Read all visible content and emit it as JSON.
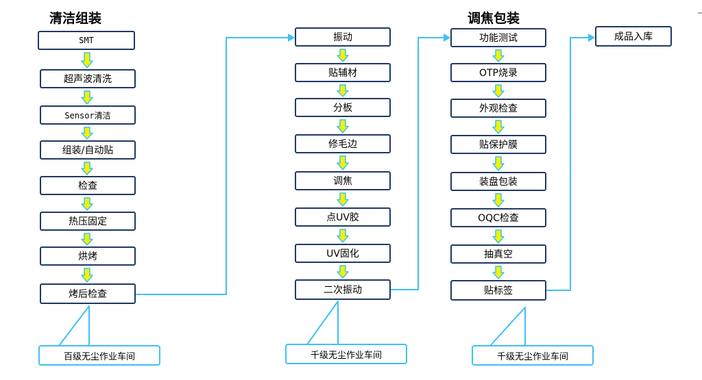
{
  "headings": {
    "left": "清洁组装",
    "right": "调焦包装"
  },
  "columns": {
    "col1": [
      "SMT",
      "超声波清洗",
      "Sensor清洁",
      "组装/自动贴",
      "检查",
      "热压固定",
      "烘烤",
      "烤后检查"
    ],
    "col2": [
      "振动",
      "贴辅材",
      "分板",
      "修毛边",
      "调焦",
      "点UV胶",
      "UV固化",
      "二次振动"
    ],
    "col3": [
      "功能测试",
      "OTP烧录",
      "外观检查",
      "贴保护膜",
      "装盘包装",
      "OQC检查",
      "抽真空",
      "贴标签"
    ],
    "col4": [
      "成品入库"
    ]
  },
  "callouts": [
    "百级无尘作业车间",
    "千级无尘作业车间",
    "千级无尘作业车间"
  ],
  "colors": {
    "box_border": "#1f3864",
    "connector": "#3ec1f3",
    "arrow_fill": "#f2f200",
    "arrow_stroke": "#3ec1f3"
  }
}
